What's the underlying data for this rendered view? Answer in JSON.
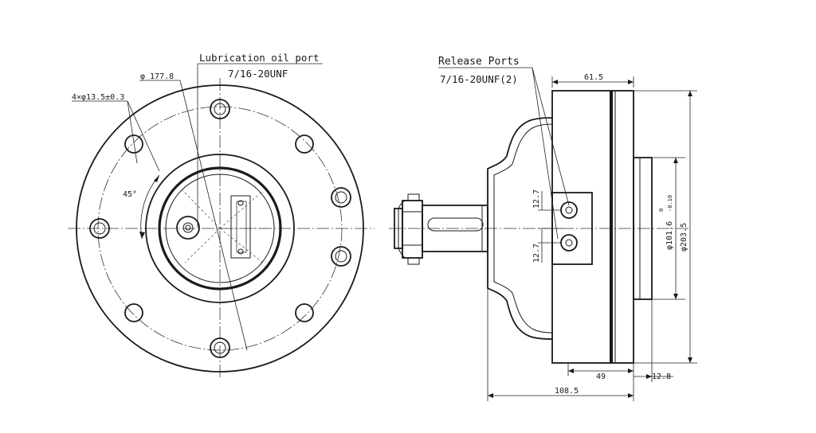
{
  "front_view": {
    "lube_label": "Lubrication oil port",
    "lube_thread": "7/16-20UNF",
    "pcd_label": "φ 177.8",
    "holes_label": "4×φ13.5±0.3",
    "angle_label": "45°"
  },
  "side_view": {
    "release_label": "Release Ports",
    "release_thread": "7/16-20UNF(2)",
    "dim_top": "61.5",
    "dim_port_upper": "12.7",
    "dim_port_lower": "12.7",
    "dim_inner_dia_main": "φ101.6",
    "dim_inner_dia_tol_top": "0",
    "dim_inner_dia_tol_bottom": "-0.10",
    "dim_outer_dia": "φ203.5",
    "dim_49": "49",
    "dim_12_8": "12.8",
    "dim_108_5": "108.5"
  }
}
